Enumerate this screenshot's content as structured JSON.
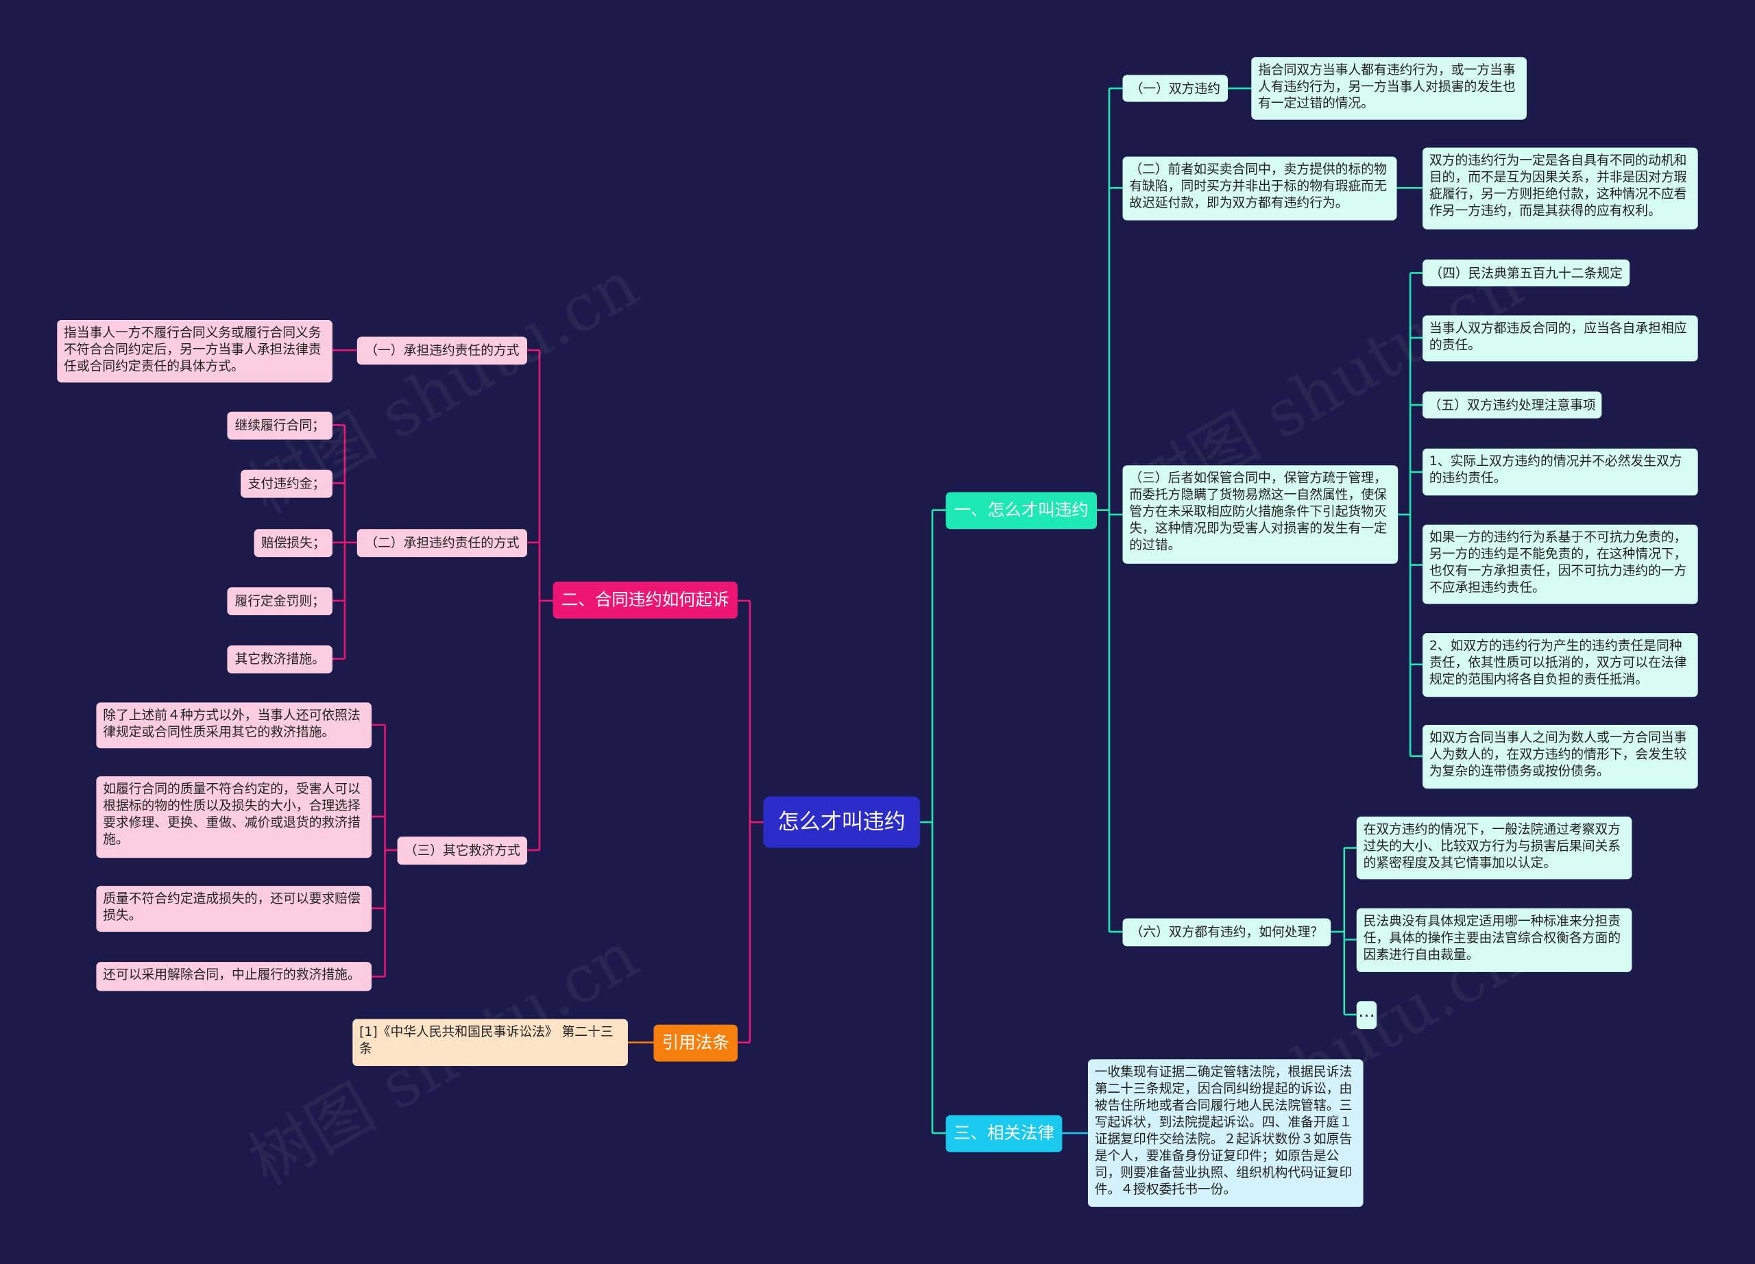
{
  "root": {
    "title": "怎么才叫违约"
  },
  "watermark": "树图 shutu.cn",
  "colors": {
    "background": "#1b1a4a",
    "root": "#2c2cc8",
    "branch1": "#1ee8b4",
    "branch2": "#ee1675",
    "branch3": "#19c9ee",
    "branch4": "#f77f0e"
  },
  "branch1": {
    "title": "一、怎么才叫违约",
    "item1": {
      "label": "（一）双方违约",
      "detail": "指合同双方当事人都有违约行为，或一方当事人有违约行为，另一方当事人对损害的发生也有一定过错的情况。"
    },
    "item2": {
      "label": "（二）前者如买卖合同中，卖方提供的标的物有缺陷，同时买方并非出于标的物有瑕疵而无故迟延付款，即为双方都有违约行为。",
      "detail": "双方的违约行为一定是各自具有不同的动机和目的，而不是互为因果关系，并非是因对方瑕疵履行，另一方则拒绝付款，这种情况不应看作另一方违约，而是其获得的应有权利。"
    },
    "item3": {
      "label": "（三）后者如保管合同中，保管方疏于管理，而委托方隐瞒了货物易燃这一自然属性，使保管方在未采取相应防火措施条件下引起货物灭失，这种情况即为受害人对损害的发生有一定的过错。",
      "children": [
        "（四）民法典第五百九十二条规定",
        "当事人双方都违反合同的，应当各自承担相应的责任。",
        "（五）双方违约处理注意事项",
        "1、实际上双方违约的情况并不必然发生双方的违约责任。",
        "如果一方的违约行为系基于不可抗力免责的，另一方的违约是不能免责的，在这种情况下，也仅有一方承担责任，因不可抗力违约的一方不应承担违约责任。",
        "2、如双方的违约行为产生的违约责任是同种责任，依其性质可以抵消的，双方可以在法律规定的范围内将各自负担的责任抵消。",
        "如双方合同当事人之间为数人或一方合同当事人为数人的，在双方违约的情形下，会发生较为复杂的连带债务或按份债务。"
      ]
    },
    "item6": {
      "label": "（六）双方都有违约，如何处理？",
      "children": [
        "在双方违约的情况下，一般法院通过考察双方过失的大小、比较双方行为与损害后果间关系的紧密程度及其它情事加以认定。",
        "民法典没有具体规定适用哪一种标准来分担责任，具体的操作主要由法官综合权衡各方面的因素进行自由裁量。",
        "…"
      ]
    }
  },
  "branch2": {
    "title": "二、合同违约如何起诉",
    "item1": {
      "label": "（一）承担违约责任的方式",
      "detail": "指当事人一方不履行合同义务或履行合同义务不符合合同约定后，另一方当事人承担法律责任或合同约定责任的具体方式。"
    },
    "item2": {
      "label": "（二）承担违约责任的方式",
      "children": [
        "继续履行合同；",
        "支付违约金；",
        "赔偿损失；",
        "履行定金罚则；",
        "其它救济措施。"
      ]
    },
    "item3": {
      "label": "（三）其它救济方式",
      "children": [
        "除了上述前４种方式以外，当事人还可依照法律规定或合同性质采用其它的救济措施。",
        "如履行合同的质量不符合约定的，受害人可以根据标的物的性质以及损失的大小，合理选择要求修理、更换、重做、减价或退货的救济措施。",
        "质量不符合约定造成损失的，还可以要求赔偿损失。",
        "还可以采用解除合同，中止履行的救济措施。"
      ]
    }
  },
  "branch3": {
    "title": "三、相关法律",
    "detail": "一收集现有证据二确定管辖法院，根据民诉法第二十三条规定，因合同纠纷提起的诉讼，由被告住所地或者合同履行地人民法院管辖。三写起诉状，到法院提起诉讼。四、准备开庭１证据复印件交给法院。２起诉状数份３如原告是个人，要准备身份证复印件；如原告是公司，则要准备营业执照、组织机构代码证复印件。４授权委托书一份。"
  },
  "branch4": {
    "title": "引用法条",
    "detail": "[1]《中华人民共和国民事诉讼法》 第二十三条"
  }
}
